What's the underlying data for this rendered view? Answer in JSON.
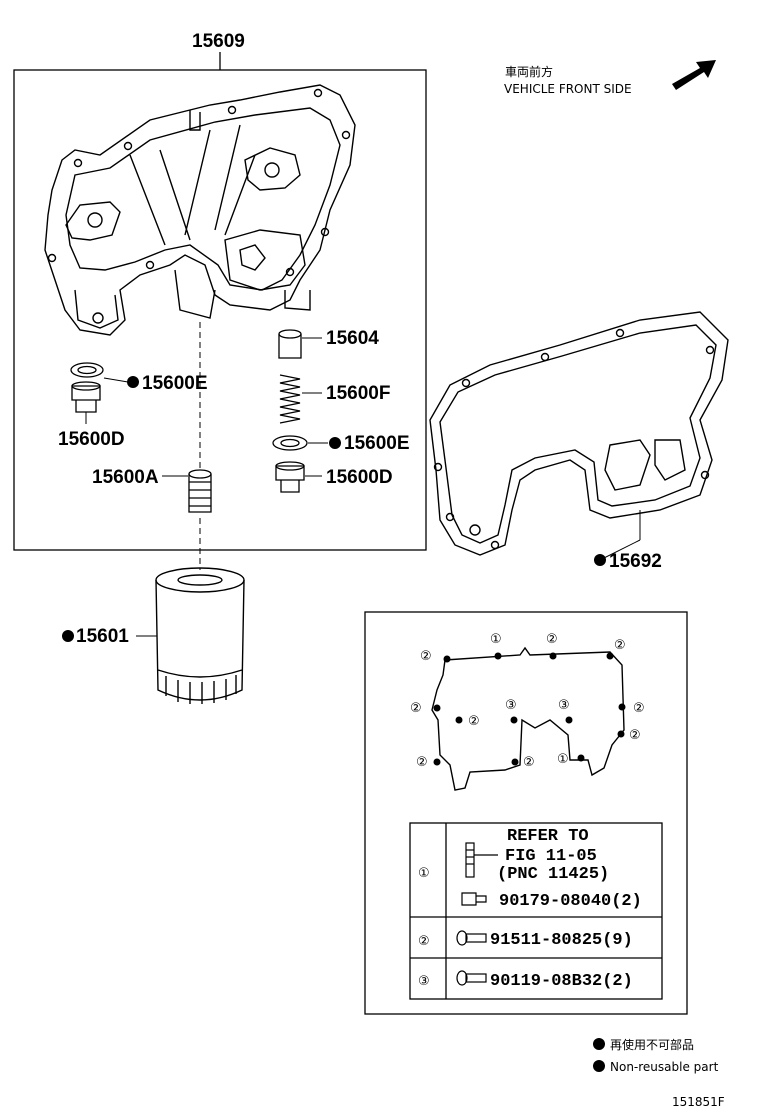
{
  "diagram": {
    "main_part": "15609",
    "direction": {
      "jp": "車両前方",
      "en": "VEHICLE FRONT SIDE"
    },
    "callouts": {
      "p15604": "15604",
      "p15600F": "15600F",
      "p15600E_left": "15600E",
      "p15600E_right": "15600E",
      "p15600D_left": "15600D",
      "p15600D_right": "15600D",
      "p15600A": "15600A",
      "p15601": "15601",
      "p15692": "15692"
    },
    "bolt_markers": {
      "m1": "①",
      "m2": "②",
      "m3": "③"
    },
    "bolt_table": {
      "row1": {
        "num": "①",
        "refer1": "REFER TO",
        "refer2": "FIG 11-05",
        "refer3": "(PNC 11425)",
        "part": "90179-08040(2)"
      },
      "row2": {
        "num": "②",
        "part": "91511-80825(9)"
      },
      "row3": {
        "num": "③",
        "part": "90119-08B32(2)"
      }
    },
    "legend": {
      "jp": "再使用不可部品",
      "en": "Non-reusable part"
    },
    "figure_id": "151851F"
  }
}
